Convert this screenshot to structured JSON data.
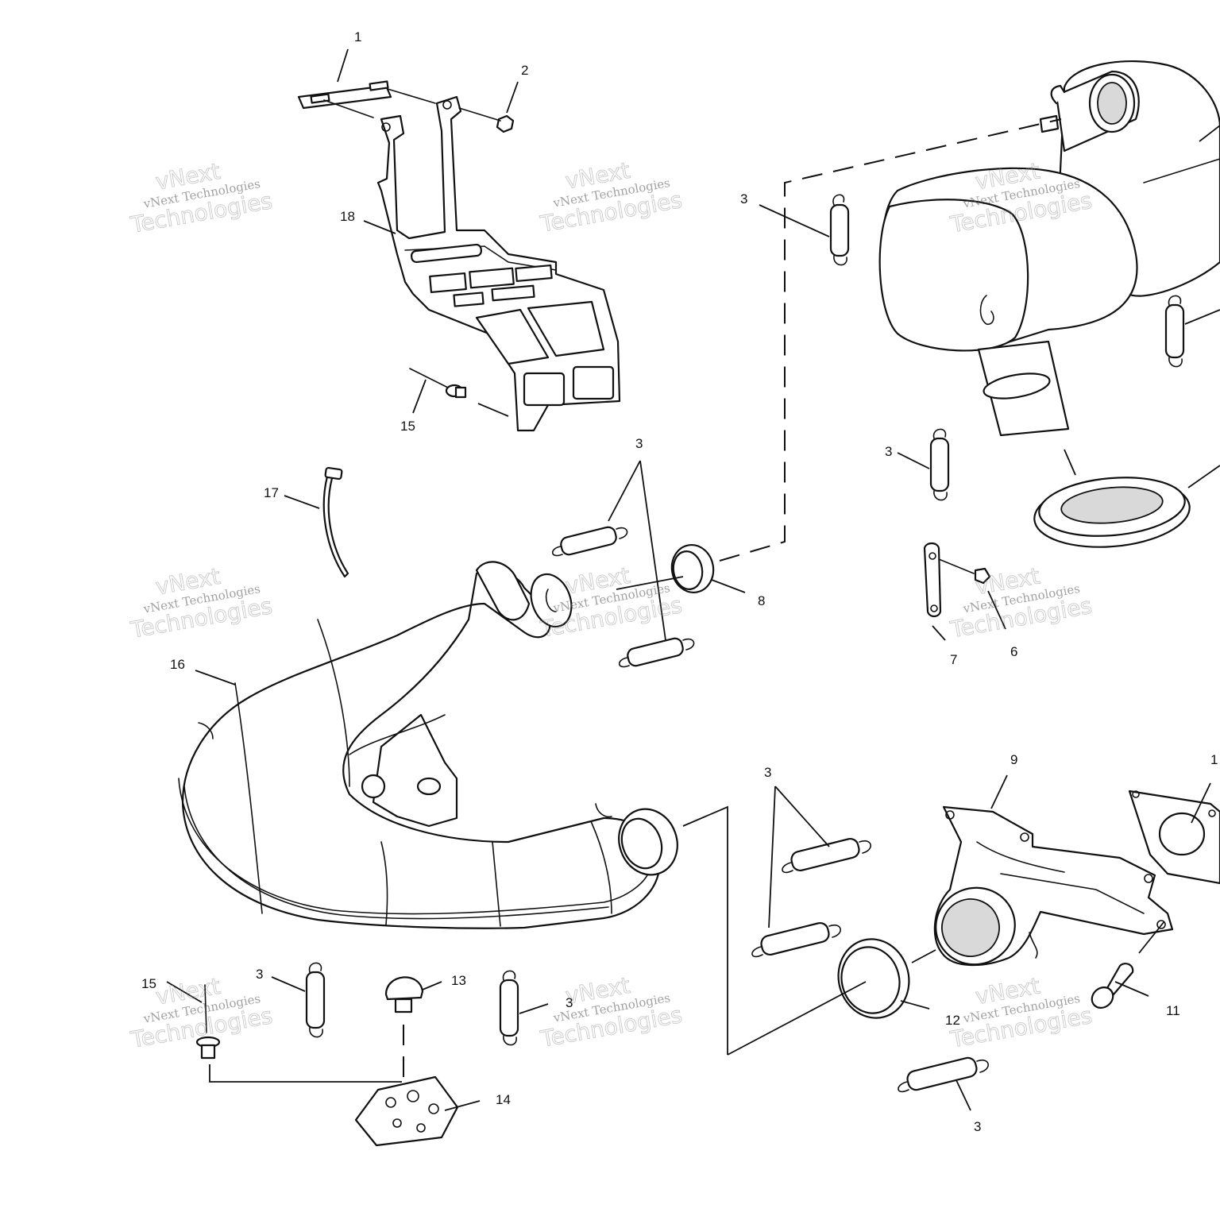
{
  "callouts": [
    {
      "id": "1",
      "text": "1"
    },
    {
      "id": "2",
      "text": "2"
    },
    {
      "id": "18",
      "text": "18"
    },
    {
      "id": "15a",
      "text": "15"
    },
    {
      "id": "3a",
      "text": "3"
    },
    {
      "id": "3b",
      "text": "3"
    },
    {
      "id": "3c",
      "text": "3"
    },
    {
      "id": "17",
      "text": "17"
    },
    {
      "id": "8",
      "text": "8"
    },
    {
      "id": "16",
      "text": "16"
    },
    {
      "id": "7",
      "text": "7"
    },
    {
      "id": "6",
      "text": "6"
    },
    {
      "id": "3d",
      "text": "3"
    },
    {
      "id": "9",
      "text": "9"
    },
    {
      "id": "10",
      "text": "1"
    },
    {
      "id": "15b",
      "text": "15"
    },
    {
      "id": "3e",
      "text": "3"
    },
    {
      "id": "13",
      "text": "13"
    },
    {
      "id": "3f",
      "text": "3"
    },
    {
      "id": "12",
      "text": "12"
    },
    {
      "id": "11",
      "text": "11"
    },
    {
      "id": "14",
      "text": "14"
    },
    {
      "id": "3g",
      "text": "3"
    }
  ],
  "watermark": {
    "line1": "vNext",
    "line2": "vNext Technologies",
    "line3": "Technologies"
  }
}
